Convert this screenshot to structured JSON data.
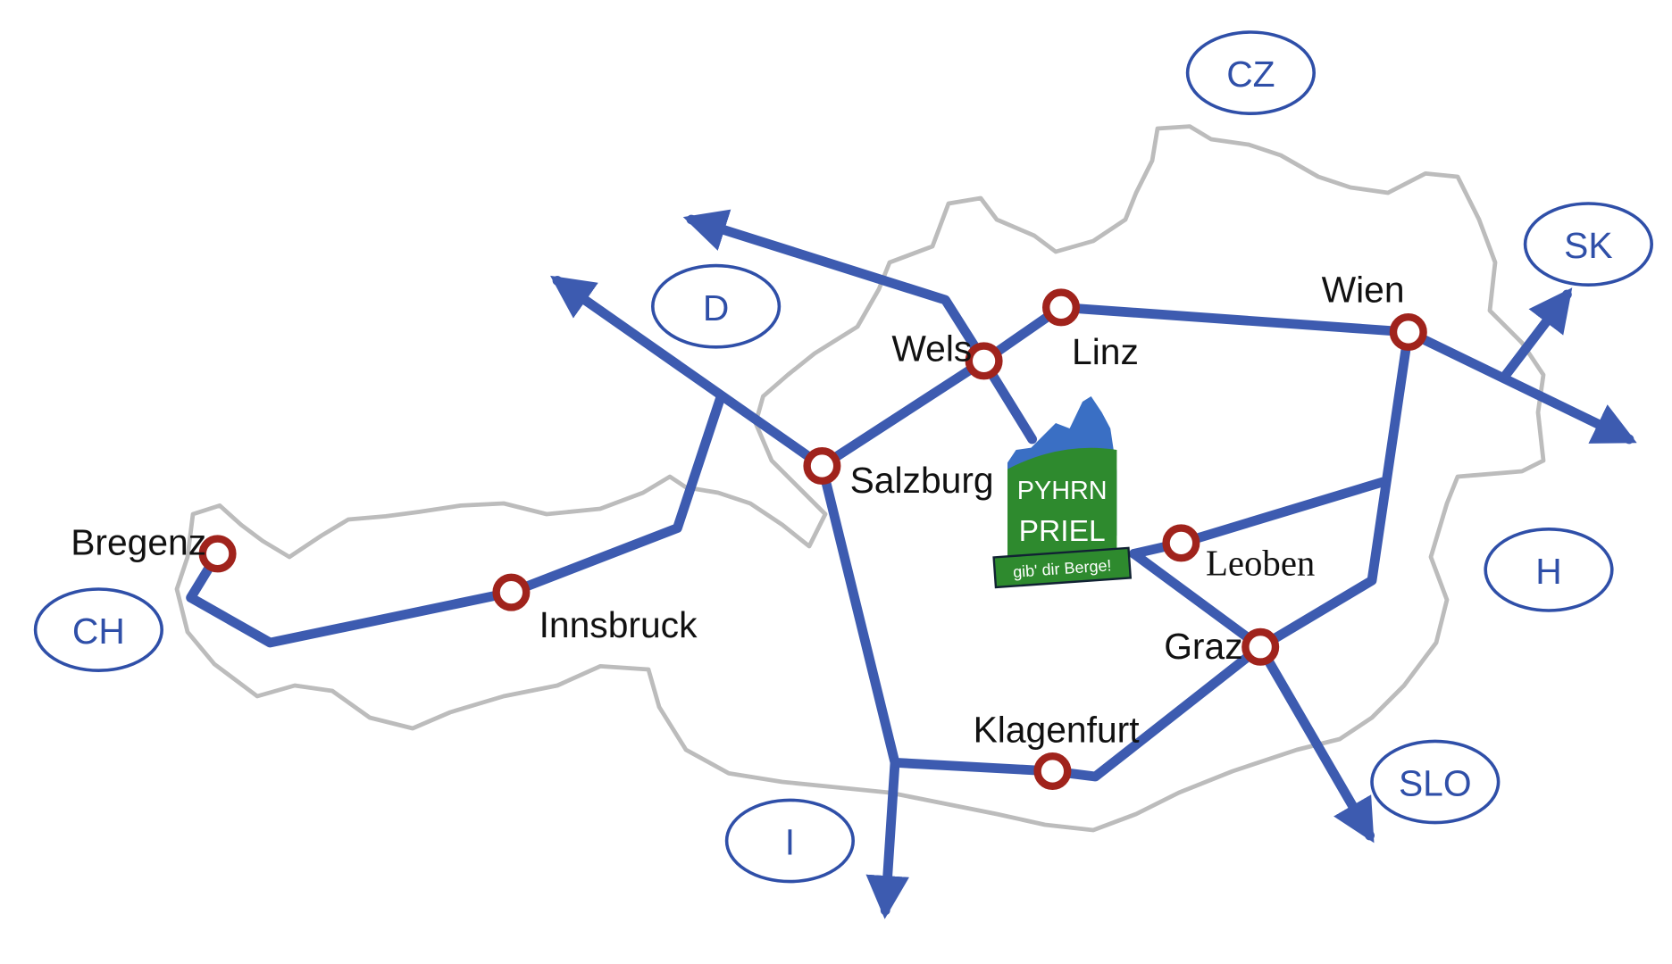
{
  "cities": {
    "bregenz": "Bregenz",
    "innsbruck": "Innsbruck",
    "salzburg": "Salzburg",
    "wels": "Wels",
    "linz": "Linz",
    "wien": "Wien",
    "leoben": "Leoben",
    "graz": "Graz",
    "klagenfurt": "Klagenfurt"
  },
  "countries": {
    "cz": "CZ",
    "sk": "SK",
    "d": "D",
    "h": "H",
    "ch": "CH",
    "slo": "SLO",
    "i": "I"
  },
  "logo": {
    "line1": "PYHRN",
    "line2": "PRIEL",
    "slogan": "gib' dir Berge!"
  },
  "colors": {
    "road": "#3d5bb0",
    "node": "#a0231c",
    "border": "#bbbbbb",
    "logo_green": "#2e8a2e",
    "logo_blue": "#3a6fc4"
  }
}
